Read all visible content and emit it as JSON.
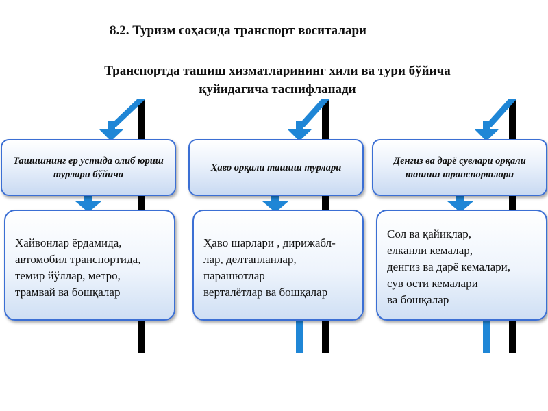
{
  "title": "8.2. Туризм соҳасида транспорт воситалари",
  "subtitle_line1": "Транспортда ташиш хизматларининг хили ва тури бўйича",
  "subtitle_line2": "қуйидагича таснифланади",
  "categories": [
    {
      "header": "Ташишнинг ер устида олиб юриш турлари  бўйича",
      "body": "Хайвонлар ёрдамида,\nавтомобил транспортида,\nтемир йўллар, метро,\nтрамвай ва бошқалар"
    },
    {
      "header": "Ҳаво орқали ташиш турлари",
      "body": "Ҳаво шарлари , дирижабл-\nлар,  делтапланлар,\nпарашютлар\nверталётлар ва бошқалар"
    },
    {
      "header": "Денгиз ва дарё  сувлари орқали ташиш транспортлари",
      "body": "Сол ва қайиқлар,\nелканли кемалар,\nденгиз ва дарё кемалари,\nсув ости кемалари\nва бошқалар"
    }
  ],
  "colors": {
    "connector_blue": "#1f86d6",
    "connector_black": "#000000",
    "box_border": "#3b6fd4"
  }
}
